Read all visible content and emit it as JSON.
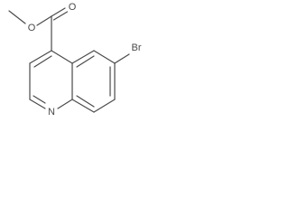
{
  "molecule": {
    "atoms": {
      "oxygen_ether": "O",
      "oxygen_carbonyl": "O",
      "nitrogen": "N",
      "bromine": "Br"
    }
  }
}
